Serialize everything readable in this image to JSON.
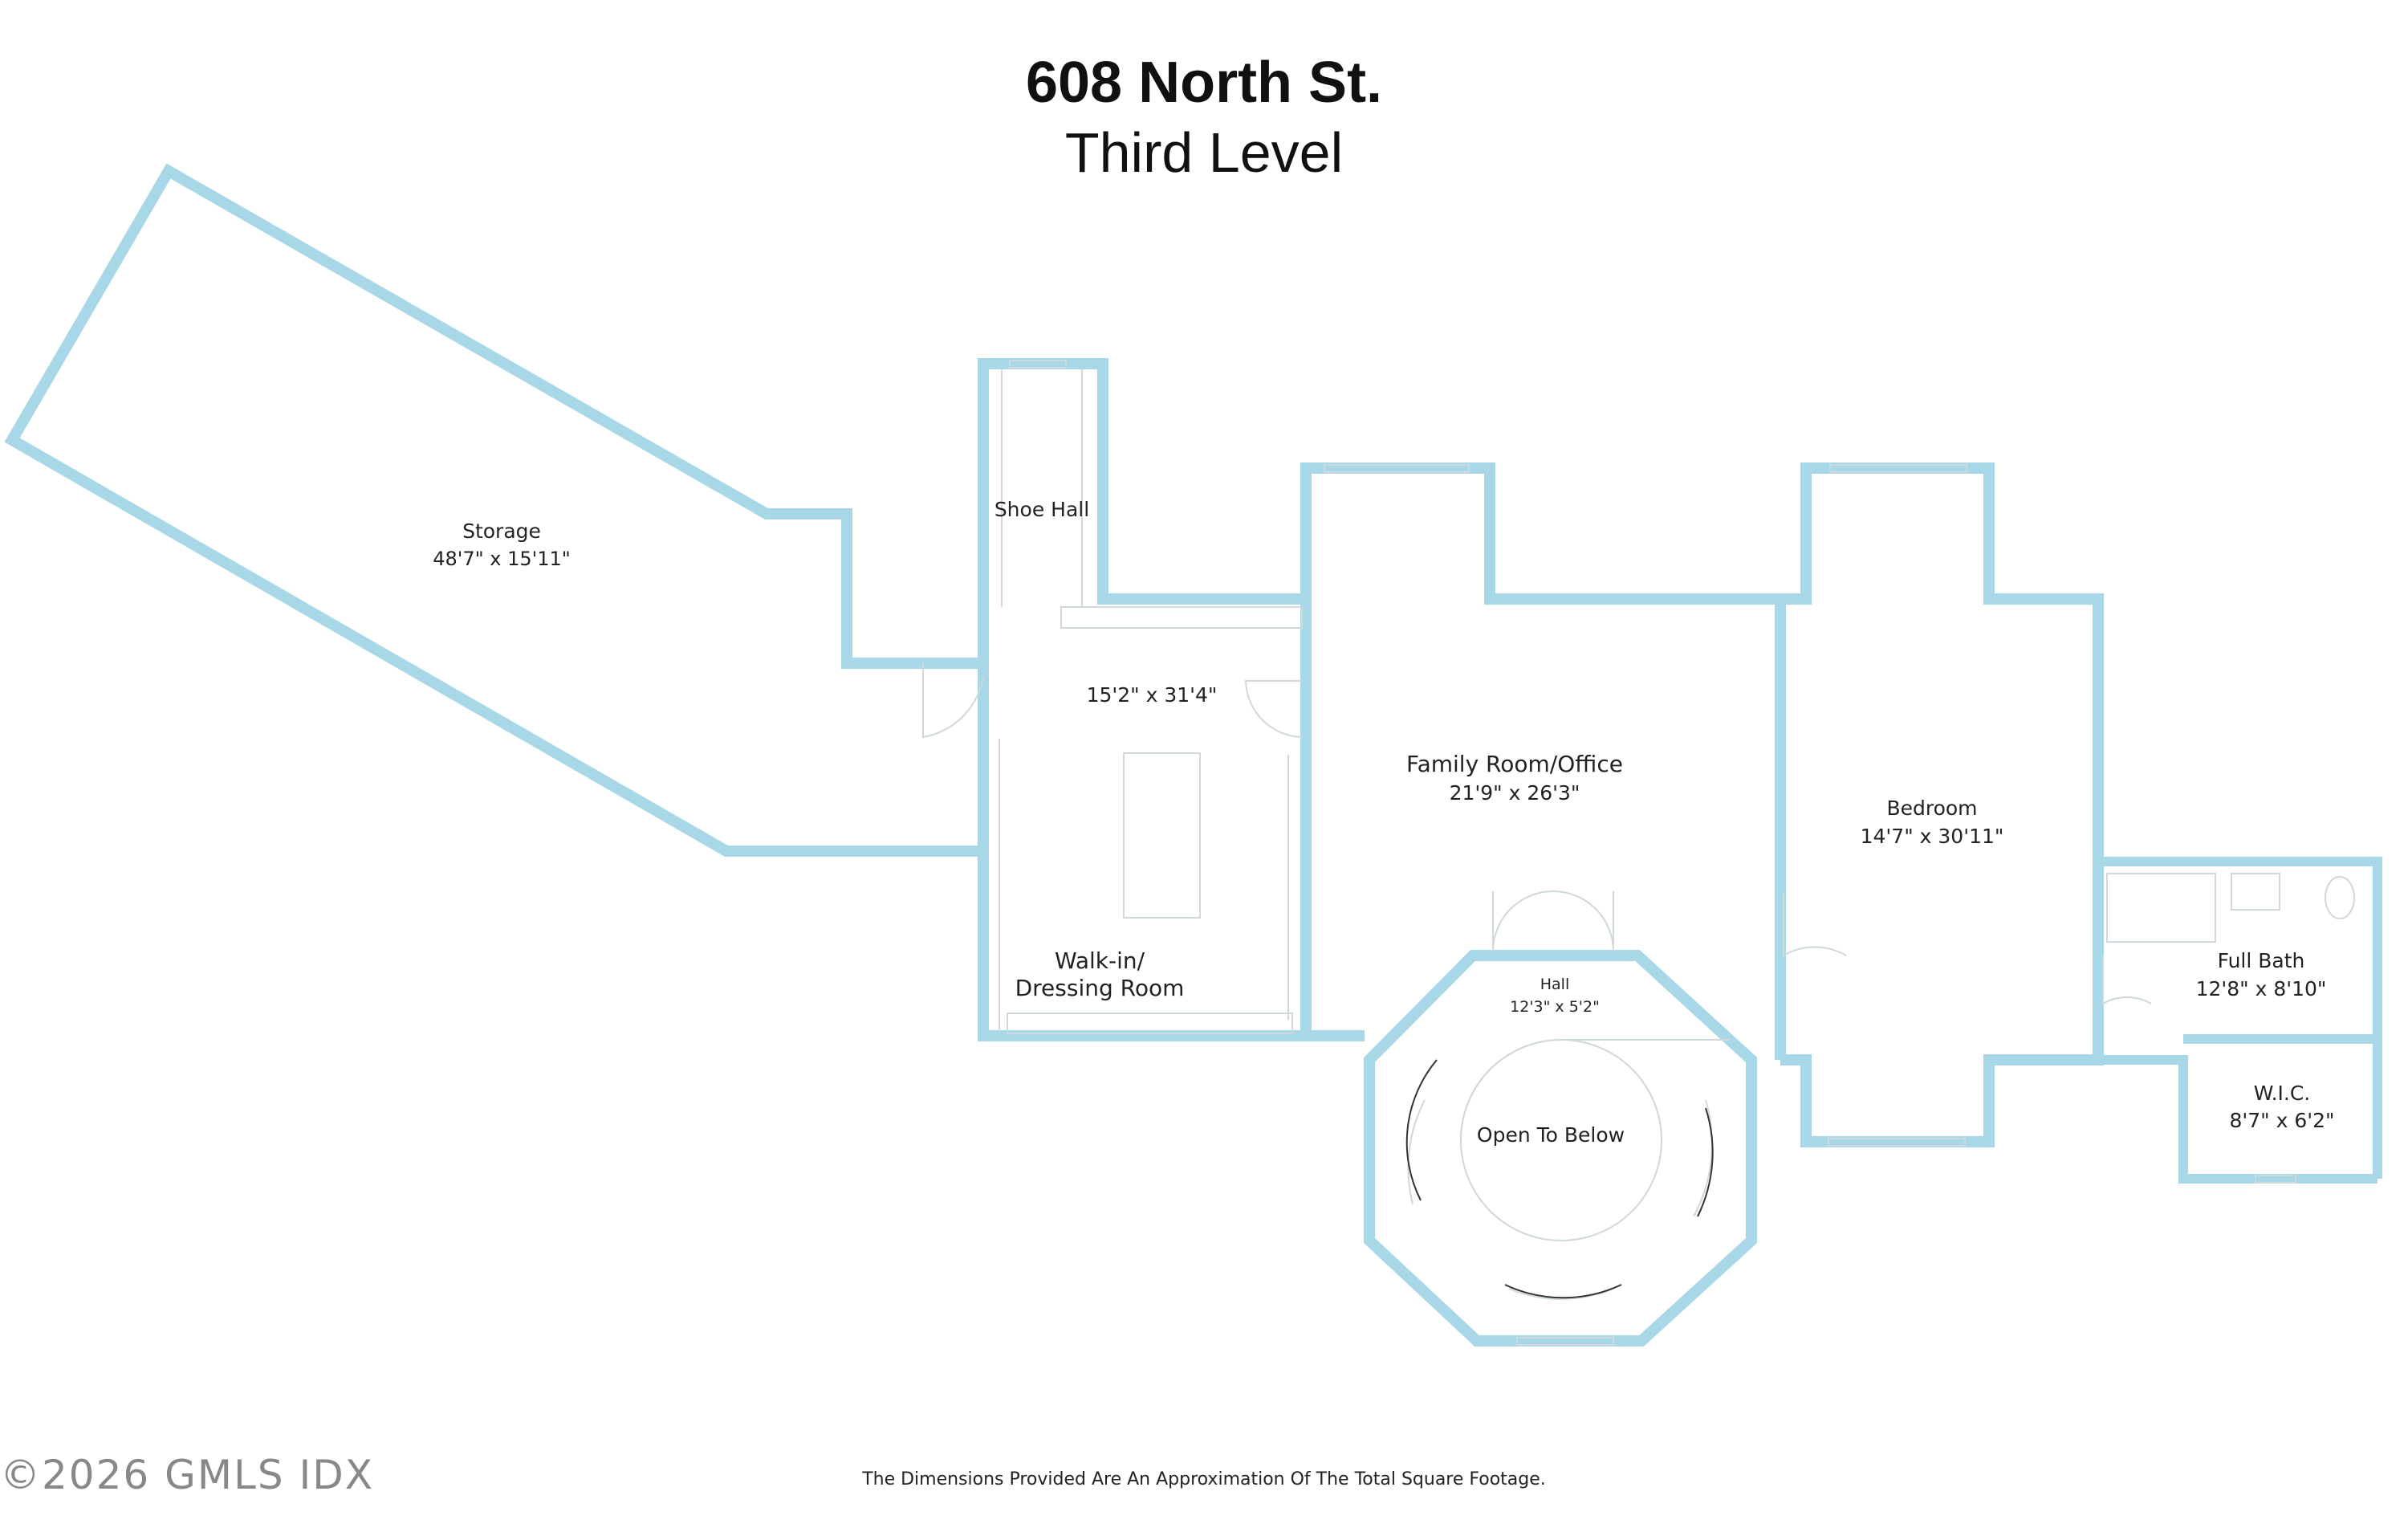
{
  "header": {
    "address": "608 North St.",
    "level": "Third Level"
  },
  "rooms": {
    "storage": {
      "name": "Storage",
      "dims": "48'7\" x 15'11\""
    },
    "shoe_hall": {
      "name": "Shoe Hall"
    },
    "walkin": {
      "name_line1": "Walk-in/",
      "name_line2": "Dressing Room",
      "dims": "15'2\" x 31'4\""
    },
    "family": {
      "name": "Family Room/Office",
      "dims": "21'9\" x 26'3\""
    },
    "bedroom": {
      "name": "Bedroom",
      "dims": "14'7\" x 30'11\""
    },
    "full_bath": {
      "name": "Full Bath",
      "dims": "12'8\" x 8'10\""
    },
    "wic": {
      "name": "W.I.C.",
      "dims": "8'7\" x 6'2\""
    },
    "hall": {
      "name": "Hall",
      "dims": "12'3\" x 5'2\""
    },
    "open_below": {
      "name": "Open To Below"
    }
  },
  "footer": {
    "note": "The Dimensions Provided Are An Approximation Of The Total Square Footage."
  },
  "watermark": "©2026 GMLS IDX",
  "colors": {
    "wall": "#a8d8e8",
    "fixture": "#cfd8dc",
    "text": "#222222"
  }
}
